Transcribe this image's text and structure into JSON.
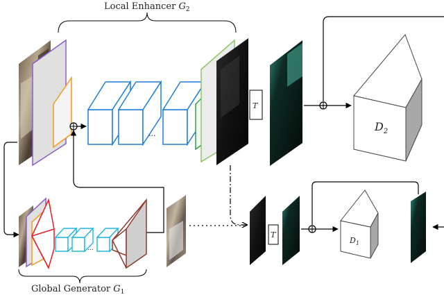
{
  "labels": {
    "local_enhancer_text": "Local Enhancer ",
    "local_enhancer_sym": "G",
    "local_enhancer_sub": "2",
    "global_generator_text": "Global Generator ",
    "global_generator_sym": "G",
    "global_generator_sub": "1",
    "d2_sym": "D",
    "d2_sub": "2",
    "d1_sym": "D",
    "d1_sub": "1",
    "t_top": "T",
    "t_bottom": "T",
    "ellipsis_top": "...",
    "ellipsis_bottom": "..."
  },
  "colors": {
    "purple": "#8a5cc8",
    "orange": "#f09a1a",
    "blue": "#1e7fd6",
    "green": "#2ea04a",
    "lightgreen": "#8cc860",
    "red": "#e0202a",
    "cyan": "#20b8e0",
    "brown": "#8b3a2a"
  }
}
